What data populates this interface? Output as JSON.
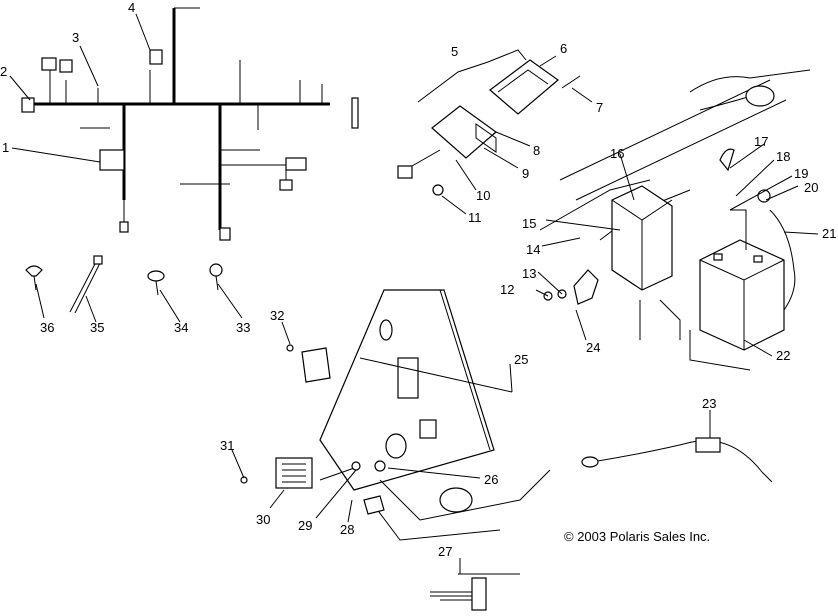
{
  "callouts": {
    "c1": "1",
    "c2": "2",
    "c3": "3",
    "c4": "4",
    "c5": "5",
    "c6": "6",
    "c7": "7",
    "c8": "8",
    "c9": "9",
    "c10": "10",
    "c11": "11",
    "c12": "12",
    "c13": "13",
    "c14": "14",
    "c15": "15",
    "c16": "16",
    "c17": "17",
    "c18": "18",
    "c19": "19",
    "c20": "20",
    "c21": "21",
    "c22": "22",
    "c23": "23",
    "c24": "24",
    "c25": "25",
    "c26": "26",
    "c27": "27",
    "c28": "28",
    "c29": "29",
    "c30": "30",
    "c31": "31",
    "c32": "32",
    "c33": "33",
    "c34": "34",
    "c35": "35",
    "c36": "36"
  },
  "copyright": "© 2003 Polaris Sales Inc."
}
